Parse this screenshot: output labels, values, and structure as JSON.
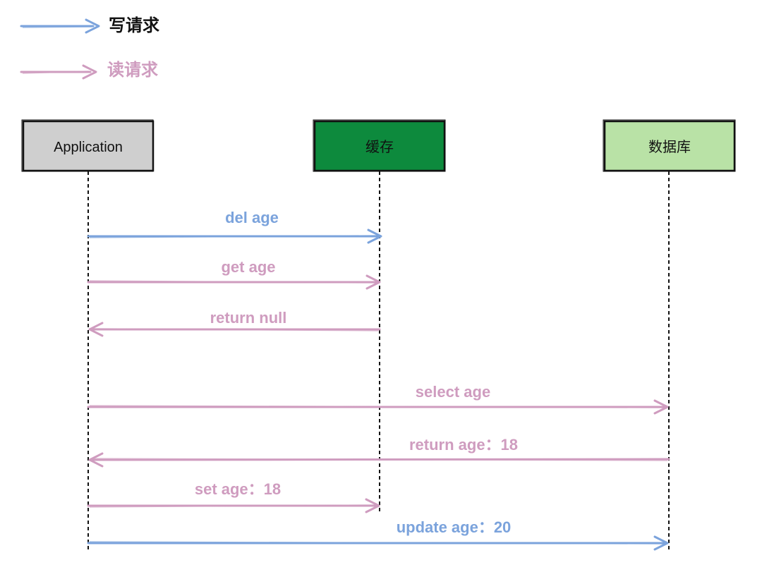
{
  "legend": {
    "write": {
      "label": "写请求",
      "color": "#7ba3dc"
    },
    "read": {
      "label": "读请求",
      "color": "#cf9cbf"
    }
  },
  "actors": [
    {
      "id": "app",
      "label": "Application",
      "fill": "#cfcfcf",
      "text_color": "#111111"
    },
    {
      "id": "cache",
      "label": "缓存",
      "fill": "#0d8a3d",
      "text_color": "#111111"
    },
    {
      "id": "db",
      "label": "数据库",
      "fill": "#b9e2a6",
      "text_color": "#111111"
    }
  ],
  "messages": [
    {
      "label": "del age",
      "from": "app",
      "to": "cache",
      "kind": "write"
    },
    {
      "label": "get age",
      "from": "app",
      "to": "cache",
      "kind": "read"
    },
    {
      "label": "return null",
      "from": "cache",
      "to": "app",
      "kind": "read"
    },
    {
      "label": "select age",
      "from": "app",
      "to": "db",
      "kind": "read"
    },
    {
      "label": "return age：18",
      "from": "db",
      "to": "app",
      "kind": "read"
    },
    {
      "label": "set age：18",
      "from": "app",
      "to": "cache",
      "kind": "read"
    },
    {
      "label": "update age：20",
      "from": "app",
      "to": "db",
      "kind": "write"
    }
  ]
}
